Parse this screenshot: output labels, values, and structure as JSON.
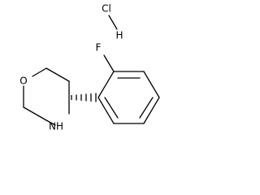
{
  "molecule": {
    "atoms": {
      "chlorine": "Cl",
      "hydrogen": "H",
      "fluorine": "F",
      "oxygen": "O",
      "nitrogen_hydrogen": "NH"
    },
    "colors": {
      "ink": "#000000",
      "background": "#ffffff"
    }
  }
}
